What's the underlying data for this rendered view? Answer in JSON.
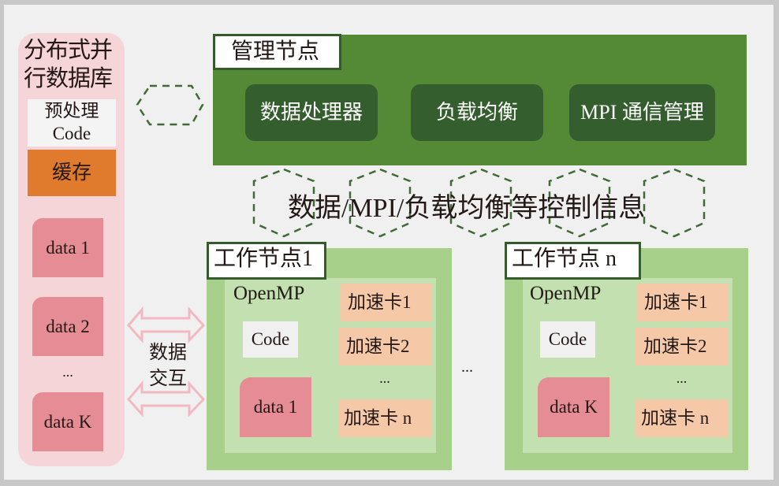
{
  "database": {
    "title_line1": "分布式并",
    "title_line2": "行数据库",
    "preprocess_line1": "预处理",
    "preprocess_line2": "Code",
    "cache": "缓存",
    "data_items": [
      "data 1",
      "data 2",
      "data K"
    ],
    "ellipsis": "..."
  },
  "management_node": {
    "label": "管理节点",
    "modules": [
      "数据处理器",
      "负载均衡",
      "MPI 通信管理"
    ]
  },
  "control_info": "数据/MPI/负载均衡等控制信息",
  "data_exchange": {
    "line1": "数据",
    "line2": "交互"
  },
  "workers_ellipsis": "...",
  "worker_nodes": [
    {
      "label": "工作节点1",
      "runtime": "OpenMP",
      "code": "Code",
      "data": "data 1",
      "accelerators": [
        "加速卡1",
        "加速卡2",
        "加速卡 n"
      ],
      "ellipsis": "..."
    },
    {
      "label": "工作节点 n",
      "runtime": "OpenMP",
      "code": "Code",
      "data": "data K",
      "accelerators": [
        "加速卡1",
        "加速卡2",
        "加速卡 n"
      ],
      "ellipsis": "..."
    }
  ],
  "colors": {
    "management_green": "#548a35",
    "module_dark_green": "#355e2e",
    "worker_green": "#a7d08b",
    "worker_inner_green": "#c3e0b0",
    "database_pink": "#f6d5d9",
    "data_pink": "#e58c94",
    "cache_orange": "#e07b2e",
    "accelerator_peach": "#f5c8a8",
    "arrow_dashed_green": "#3e6b34"
  }
}
